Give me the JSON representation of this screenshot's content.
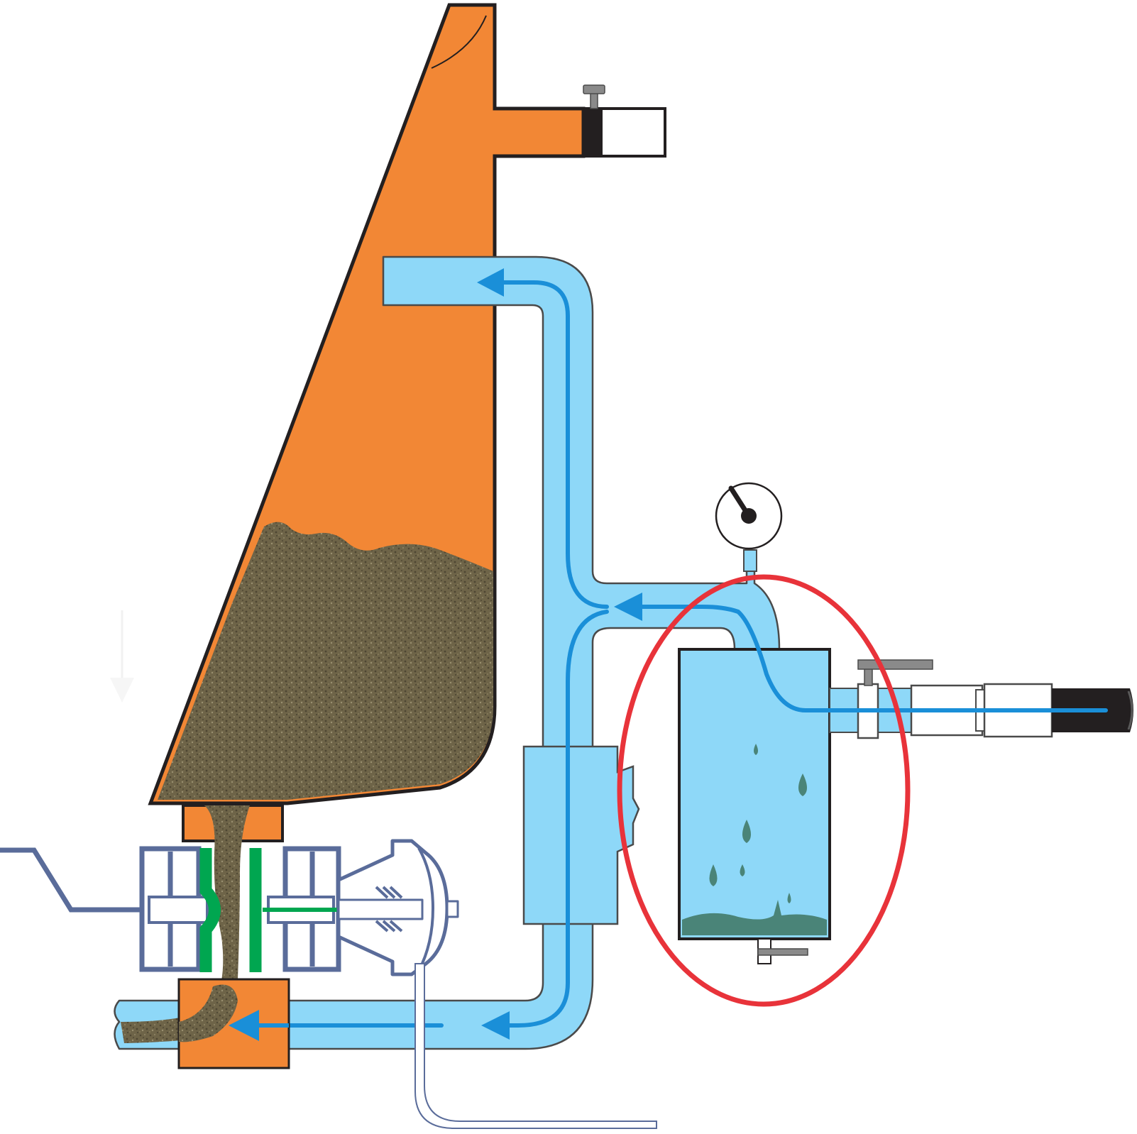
{
  "diagram": {
    "kind": "pneumatic sandblaster with moisture separator",
    "labels": [],
    "colors": {
      "hopper": "#F28735",
      "hopper_outline": "#231F20",
      "abrasive": "#6E6448",
      "air_pipe": "#8ED8F8",
      "air_pipe_outline": "#4A4A4A",
      "flow_line": "#1A8FD8",
      "valve_body": "#5A6C9A",
      "valve_plunger": "#00A650",
      "separator_water": "#4A8478",
      "highlight_ring": "#E8333A",
      "gauge_needle": "#231F20",
      "hose_dark": "#231F20",
      "fitting_grey": "#8A8A8A"
    },
    "components": [
      {
        "id": "hopper",
        "name": "abrasive-hopper"
      },
      {
        "id": "lid-clamp",
        "name": "hopper-lid-clamp"
      },
      {
        "id": "air-return-pipe",
        "name": "air-pipe-to-hopper"
      },
      {
        "id": "pressure-gauge",
        "name": "pressure-gauge"
      },
      {
        "id": "moisture-separator",
        "name": "moisture-separator"
      },
      {
        "id": "inlet-valve",
        "name": "air-inlet-valve"
      },
      {
        "id": "air-hose",
        "name": "compressed-air-hose"
      },
      {
        "id": "mixing-valve",
        "name": "abrasive-metering-valve"
      },
      {
        "id": "regulator",
        "name": "valve-actuator"
      },
      {
        "id": "blast-line",
        "name": "blast-outlet-line"
      },
      {
        "id": "drain-valve",
        "name": "separator-drain-valve"
      },
      {
        "id": "highlight",
        "name": "separator-highlight-ellipse"
      }
    ]
  }
}
